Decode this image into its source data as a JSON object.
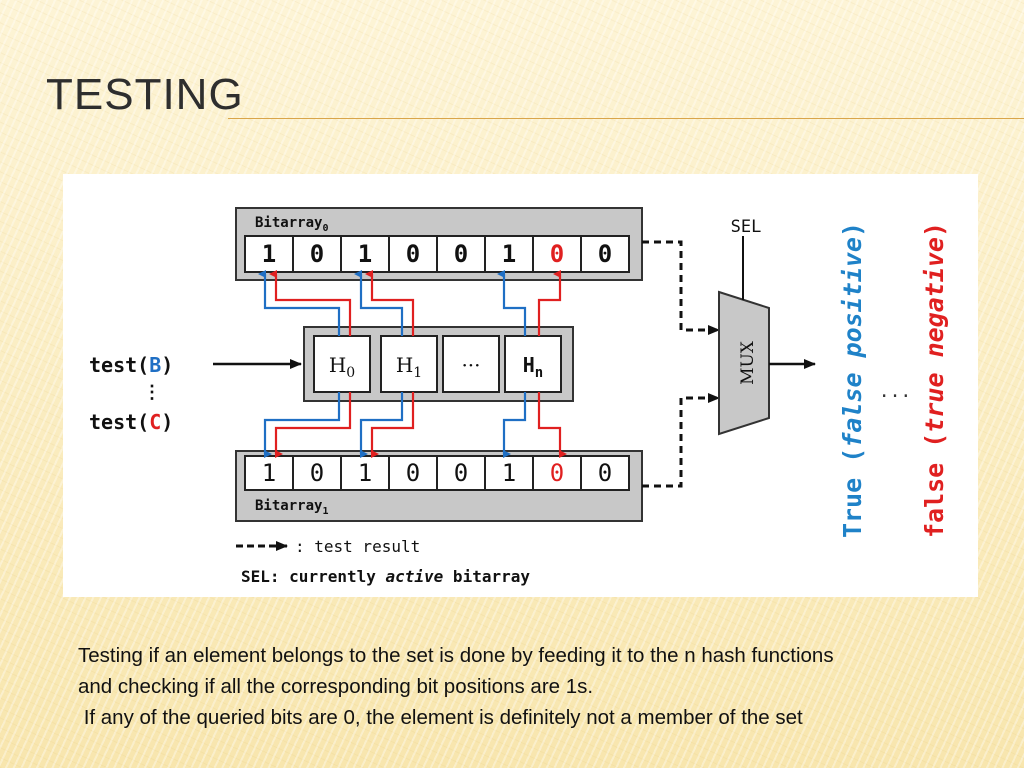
{
  "slide": {
    "title": "TESTING",
    "caption_lines": [
      "Testing if an element belongs to the set is done by feeding it to the n hash functions",
      "and checking if all the corresponding bit positions are 1s.",
      " If any of the queried bits are 0, the element is definitely not a member of the set"
    ]
  },
  "diagram": {
    "bitarray0": {
      "label": "Bitarray",
      "subscript": "0",
      "bits": [
        "1",
        "0",
        "1",
        "0",
        "0",
        "1",
        "0",
        "0"
      ],
      "highlight_index": 6
    },
    "bitarray1": {
      "label": "Bitarray",
      "subscript": "1",
      "bits": [
        "1",
        "0",
        "1",
        "0",
        "0",
        "1",
        "0",
        "0"
      ],
      "highlight_index": 6
    },
    "hash_functions": [
      {
        "base": "H",
        "sub": "0"
      },
      {
        "base": "H",
        "sub": "1"
      },
      {
        "base": "···",
        "sub": ""
      },
      {
        "base": "H",
        "sub": "n"
      }
    ],
    "tests": [
      {
        "prefix": "test(",
        "arg": "B",
        "suffix": ")",
        "arg_color": "#1f6fc4"
      },
      {
        "prefix": "test(",
        "arg": "C",
        "suffix": ")",
        "arg_color": "#e02020"
      }
    ],
    "vertical_ellipsis": "⋮",
    "sel_label": "SEL",
    "mux_label": "MUX",
    "ellipsis_right": "···",
    "result_true": {
      "plain": "True (",
      "italic": "false positive",
      "close": ")",
      "color": "#1f82c8"
    },
    "result_false": {
      "plain": "false (",
      "italic": "true negative",
      "close": ")",
      "color": "#e02020"
    },
    "legend": {
      "arrow_text": ": test result",
      "sel_key": "SEL",
      "sel_text_1": ": currently ",
      "sel_text_italic": "active",
      "sel_text_2": " bitarray"
    },
    "colors": {
      "blue": "#1f6fc4",
      "red": "#e02020",
      "panel_fill": "#c8c8c8",
      "highlight_bit": "#e02020"
    }
  }
}
